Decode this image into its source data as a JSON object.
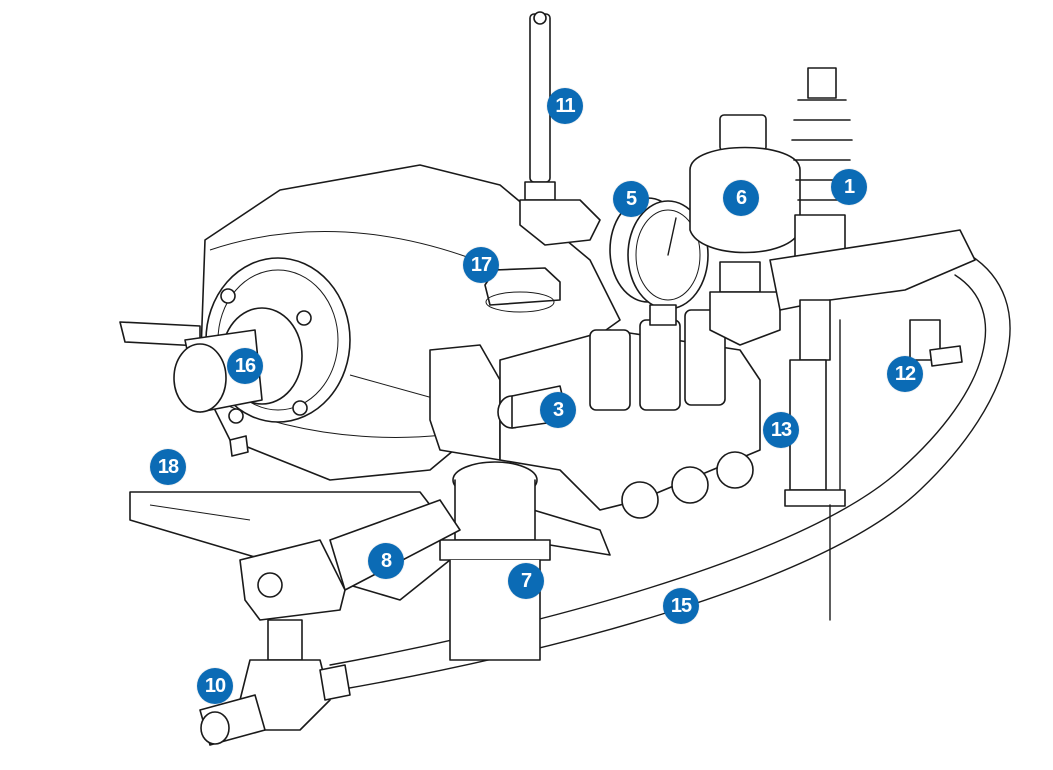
{
  "diagram": {
    "title": "Pressure washer pump assembly parts callouts",
    "badge_color": "#0b6bb5",
    "badge_text_color": "#ffffff",
    "callouts": [
      {
        "id": "1",
        "label": "1",
        "part": "unloader-spring-valve"
      },
      {
        "id": "3",
        "label": "3",
        "part": "pump-inlet-fitting"
      },
      {
        "id": "5",
        "label": "5",
        "part": "pressure-gauge"
      },
      {
        "id": "6",
        "label": "6",
        "part": "accumulator"
      },
      {
        "id": "7",
        "label": "7",
        "part": "inlet-filter"
      },
      {
        "id": "8",
        "label": "8",
        "part": "inlet-hose-fitting"
      },
      {
        "id": "10",
        "label": "10",
        "part": "drain-plug-tee"
      },
      {
        "id": "11",
        "label": "11",
        "part": "oil-sight-tube"
      },
      {
        "id": "12",
        "label": "12",
        "part": "hose-barb-fitting"
      },
      {
        "id": "13",
        "label": "13",
        "part": "bypass-valve"
      },
      {
        "id": "15",
        "label": "15",
        "part": "bypass-hose"
      },
      {
        "id": "16",
        "label": "16",
        "part": "shaft-key-screw"
      },
      {
        "id": "17",
        "label": "17",
        "part": "oil-fill-cap"
      },
      {
        "id": "18",
        "label": "18",
        "part": "mounting-rail"
      }
    ]
  }
}
